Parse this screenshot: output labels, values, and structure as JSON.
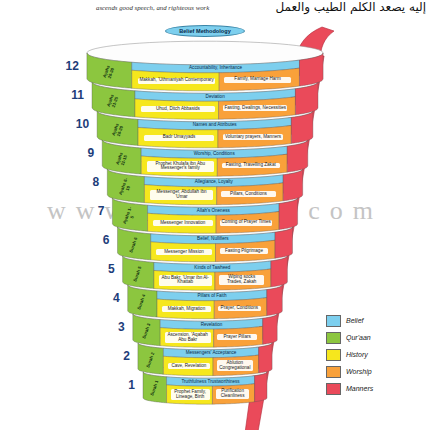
{
  "diagram": {
    "nodes": [
      {
        "text": [
          "Belief Methodology"
        ]
      },
      {
        "text": [
          "Ayahs 26-30"
        ]
      },
      {
        "text": [
          "Accountability, Inheritance"
        ]
      },
      {
        "text": [
          "Makkah, 'Uthmaniyah Contemporary"
        ]
      },
      {
        "text": [
          "Family, Marriage Harm"
        ]
      },
      {
        "text": [
          "Ayahs 21-25"
        ]
      },
      {
        "text": [
          "Deviation"
        ]
      },
      {
        "text": [
          "Uhud, Ditch Abbasids"
        ]
      },
      {
        "text": [
          "Fasting, Dealings, Necessities"
        ]
      },
      {
        "text": [
          "Ayahs 16-20"
        ]
      },
      {
        "text": [
          "Names and Attributes"
        ]
      },
      {
        "text": [
          "Badr Umayyads"
        ]
      },
      {
        "text": [
          "Voluntary prayers, Manners"
        ]
      },
      {
        "text": [
          "Ayahs 11-15"
        ]
      },
      {
        "text": [
          "Worship, Conditions"
        ]
      },
      {
        "text": [
          "Prophet Khulafa ibn Abu Messenger's family"
        ]
      },
      {
        "text": [
          "Fasting, Travelling Zakat"
        ]
      },
      {
        "text": [
          "Ayahs 6-10"
        ]
      },
      {
        "text": [
          "Allegiance, Loyalty"
        ]
      },
      {
        "text": [
          "Messenger, Abdullah ibn 'Umar"
        ]
      },
      {
        "text": [
          "Pillars, Conditions"
        ]
      },
      {
        "text": [
          "Ayahs 1-5"
        ]
      },
      {
        "text": [
          "Allah's Oneness"
        ]
      },
      {
        "text": [
          "Messenger Innovation"
        ]
      },
      {
        "text": [
          "Coming of Prayer Times"
        ]
      },
      {
        "text": [
          "Surah 6"
        ]
      },
      {
        "text": [
          "Belief, Nullifiers"
        ]
      },
      {
        "text": [
          "Messenger Mission"
        ]
      },
      {
        "text": [
          "Fasting Pilgrimage"
        ]
      },
      {
        "text": [
          "Surah 5"
        ]
      },
      {
        "text": [
          "Kinds of Tawheed"
        ]
      },
      {
        "text": [
          "Abu Bakr, 'Umar ibn Al-Khattab"
        ]
      },
      {
        "text": [
          "Wiping socks Trades, Zakah"
        ]
      },
      {
        "text": [
          "Surah 4"
        ]
      },
      {
        "text": [
          "Pillars of Faith"
        ]
      },
      {
        "text": [
          "Makkah, Migration"
        ]
      },
      {
        "text": [
          "Prayer, Conditions"
        ]
      },
      {
        "text": [
          "Surah 3"
        ]
      },
      {
        "text": [
          "Revelation"
        ]
      },
      {
        "text": [
          "Ascension, 'Aqabah Abu Bakr"
        ]
      },
      {
        "text": [
          "Prayer Pillars"
        ]
      },
      {
        "text": [
          "Surah 2"
        ]
      },
      {
        "text": [
          "Messengers' Acceptance"
        ]
      },
      {
        "text": [
          "Cave, Revelation"
        ]
      },
      {
        "text": [
          "Ablution Congregational"
        ]
      },
      {
        "text": [
          "Surah 1"
        ]
      },
      {
        "text": [
          "Truthfulness Trustworthiness"
        ]
      },
      {
        "text": [
          "Prophet Family, Lineage, Birth"
        ]
      },
      {
        "text": [
          "Purification Cleanliness"
        ]
      }
    ],
    "labels": [
      "إليه يصعد الكلم الطيب والعمل",
      "ascends good speech, and righteous work",
      "www.rochart.com",
      "12",
      "11",
      "10",
      "9",
      "8",
      "7",
      "6",
      "5",
      "4",
      "3",
      "2",
      "1"
    ],
    "legend": [
      {
        "text": "Belief",
        "color": "#7dcfee"
      },
      {
        "text": "Qur'aan",
        "color": "#8cc63f"
      },
      {
        "text": "History",
        "color": "#f6e71d"
      },
      {
        "text": "Worship",
        "color": "#f9a13a"
      },
      {
        "text": "Manners",
        "color": "#ea4a5a"
      }
    ]
  }
}
